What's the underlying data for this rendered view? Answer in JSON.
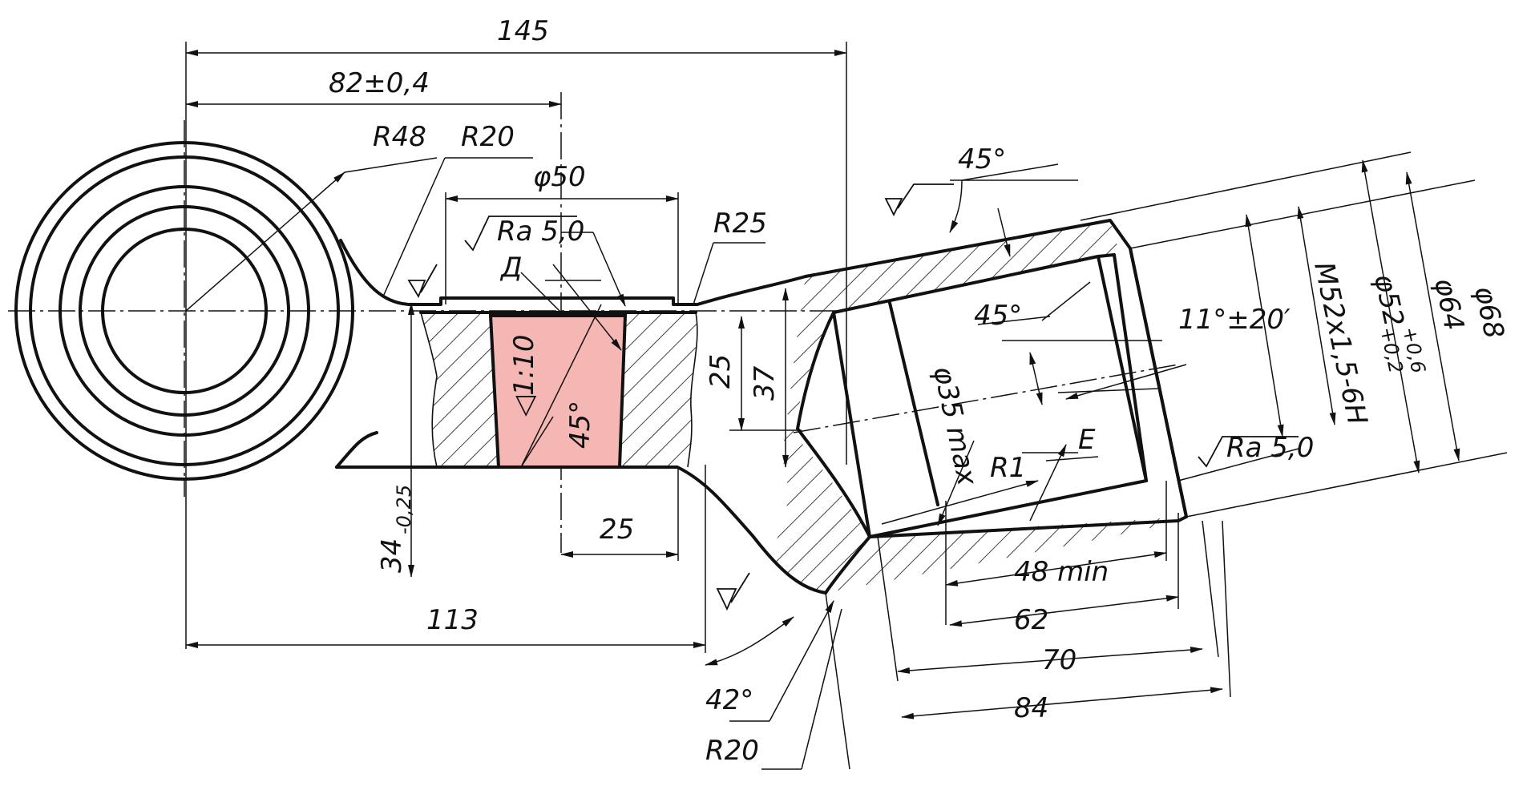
{
  "colors": {
    "line": "#111111",
    "taper_fill": "#f4b7b4",
    "background": "#ffffff"
  },
  "dimensions": {
    "d145": "145",
    "d82": "82±0,4",
    "r48": "R48",
    "r20_top": "R20",
    "phi50": "φ50",
    "ra_left": "Ra 5,0",
    "label_d": "Д",
    "r25": "R25",
    "taper": "◁1:10",
    "angle45_bore": "45°",
    "d25_vert": "25",
    "d37": "37",
    "d34": "34",
    "d34_tol": "-0,25",
    "d25_horiz": "25",
    "d113": "113",
    "angle42": "42°",
    "r20_bottom": "R20",
    "angle45_top": "45°",
    "angle45_inner": "45°",
    "angle11": "11°±20′",
    "phi35": "φ35 max",
    "thread": "M52x1,5-6H",
    "phi52": "φ52",
    "phi52_upper": "+0,6",
    "phi52_lower": "+0,2",
    "phi64": "φ64",
    "phi68": "φ68",
    "ra_right": "Ra 5,0",
    "r1": "R1",
    "label_e": "E",
    "d48": "48 min",
    "d62": "62",
    "d70": "70",
    "d84": "84"
  }
}
